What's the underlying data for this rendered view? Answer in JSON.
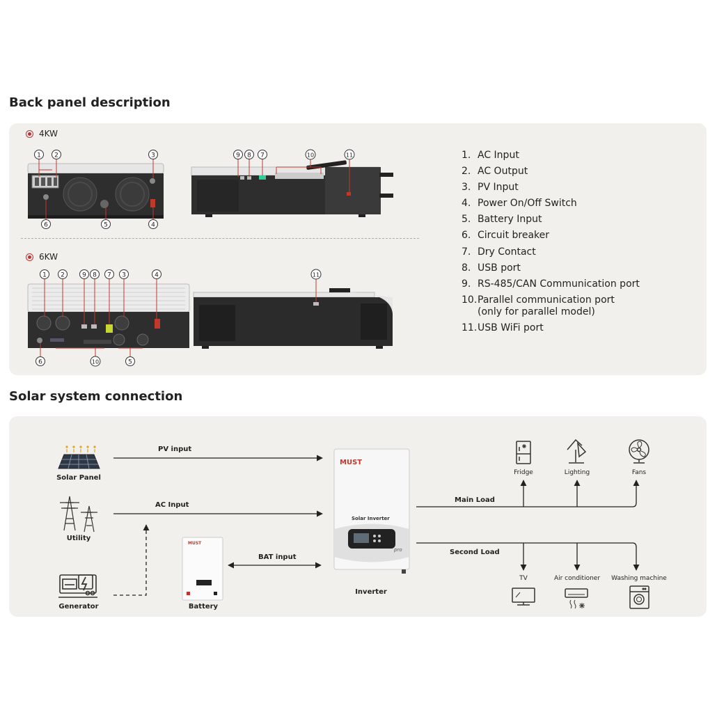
{
  "back_panel": {
    "title": "Back panel description",
    "variant_4kw": "4KW",
    "variant_6kw": "6KW",
    "callouts_4kw": [
      "1",
      "2",
      "3",
      "9",
      "8",
      "7",
      "10",
      "11",
      "6",
      "5",
      "4"
    ],
    "callouts_6kw": [
      "1",
      "2",
      "9",
      "8",
      "7",
      "3",
      "4",
      "11",
      "6",
      "10",
      "5"
    ],
    "ports": [
      {
        "num": "1.",
        "label": "AC Input"
      },
      {
        "num": "2.",
        "label": "AC Output"
      },
      {
        "num": "3.",
        "label": "PV Input"
      },
      {
        "num": "4.",
        "label": "Power On/Off Switch"
      },
      {
        "num": "5.",
        "label": "Battery Input"
      },
      {
        "num": "6.",
        "label": "Circuit breaker"
      },
      {
        "num": "7.",
        "label": "Dry Contact"
      },
      {
        "num": "8.",
        "label": "USB port"
      },
      {
        "num": "9.",
        "label": "RS-485/CAN Communication port"
      },
      {
        "num": "10.",
        "label": "Parallel communication port\n(only for parallel model)"
      },
      {
        "num": "11.",
        "label": "USB WiFi port"
      }
    ]
  },
  "solar": {
    "title": "Solar system connection",
    "sources": {
      "solar_panel": "Solar Panel",
      "utility": "Utility",
      "generator": "Generator",
      "battery": "Battery"
    },
    "links": {
      "pv_input": "PV input",
      "ac_input": "AC Input",
      "bat_input": "BAT input",
      "main_load": "Main Load",
      "second_load": "Second Load"
    },
    "inverter": {
      "label": "Inverter",
      "brand": "MUST",
      "product": "Solar Inverter",
      "badge": "pro"
    },
    "battery_brand": "MUST",
    "main_loads": [
      "Fridge",
      "Lighting",
      "Fans"
    ],
    "second_loads": [
      "TV",
      "Air conditioner",
      "Washing machine"
    ]
  },
  "colors": {
    "callout": "#c0392b",
    "panel_bg": "#f2f0ec",
    "line": "#222222",
    "device_dark": "#2a2a2a",
    "device_light": "#e9e9e9"
  }
}
